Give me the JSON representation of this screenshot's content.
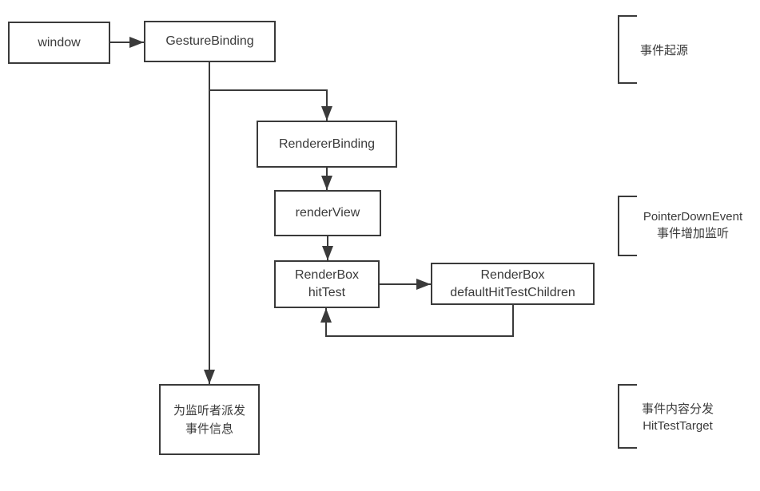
{
  "diagram": {
    "palette": {
      "background": "#ffffff",
      "line_color": "#3a3a3a",
      "text_color": "#3a3a3a"
    },
    "nodes": {
      "window": {
        "label": "window"
      },
      "gesture_binding": {
        "label": "GestureBinding"
      },
      "renderer_binding": {
        "label": "RendererBinding"
      },
      "render_view": {
        "label": "renderView"
      },
      "render_box_hit_test": {
        "line1": "RenderBox",
        "line2": "hitTest"
      },
      "render_box_default_hit_test_children": {
        "line1": "RenderBox",
        "line2": "defaultHitTestChildren"
      },
      "dispatch_to_listeners": {
        "line1": "为监听者派发",
        "line2": "事件信息"
      }
    },
    "edges": [
      {
        "from": "window",
        "to": "GestureBinding"
      },
      {
        "from": "GestureBinding",
        "to": "RendererBinding"
      },
      {
        "from": "GestureBinding",
        "to": "为监听者派发事件信息"
      },
      {
        "from": "RendererBinding",
        "to": "renderView"
      },
      {
        "from": "renderView",
        "to": "RenderBox hitTest"
      },
      {
        "from": "RenderBox hitTest",
        "to": "RenderBox defaultHitTestChildren"
      },
      {
        "from": "RenderBox defaultHitTestChildren",
        "to": "RenderBox hitTest"
      }
    ],
    "annotations": {
      "event_origin": {
        "line1": "事件起源"
      },
      "pointer_down_listen": {
        "line1": "PointerDownEvent",
        "line2": "事件增加监听"
      },
      "event_dispatch": {
        "line1": "事件内容分发",
        "line2": "HitTestTarget"
      }
    }
  }
}
